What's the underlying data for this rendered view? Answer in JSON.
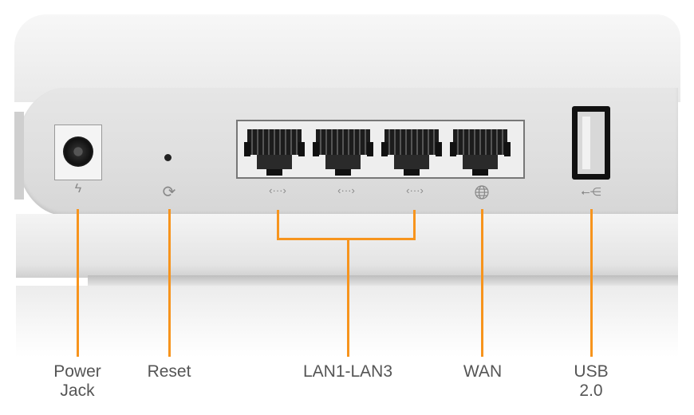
{
  "labels": {
    "power_jack": [
      "Power",
      "Jack"
    ],
    "reset": "Reset",
    "lan": "LAN1-LAN3",
    "wan": "WAN",
    "usb": [
      "USB",
      "2.0"
    ]
  },
  "icons": {
    "power": "lightning-bolt",
    "reset": "circular-arrows",
    "lan": "‹···›",
    "wan": "globe",
    "usb": "usb-trident"
  },
  "colors": {
    "callout": "#f7941d",
    "label_text": "#555555"
  }
}
